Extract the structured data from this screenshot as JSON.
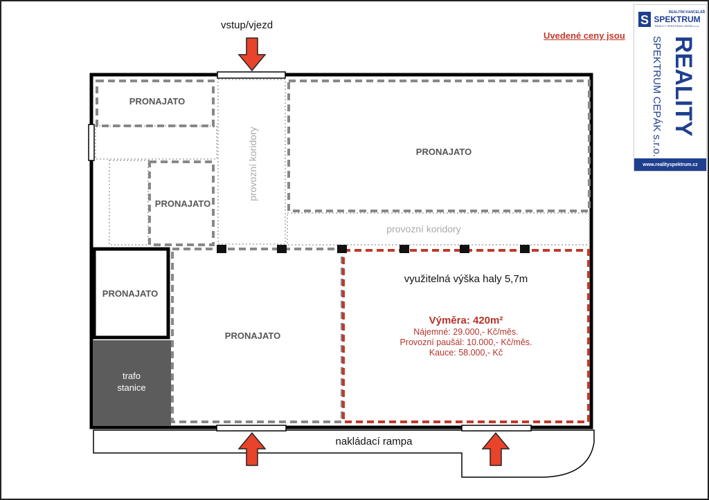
{
  "entrance_label": "vstup/vjezd",
  "promo_link": "Uvedené ceny jsou",
  "logo": {
    "top_text": "REALITNÍ KANCELÁŘ",
    "brand": "SPEKTRUM",
    "brand_sub": "REALITY SPEKTRUM CEPÁK s.r.o.",
    "big_word": "REALITY",
    "company": "SPEKTRUM CEPÁK s.r.o.",
    "url": "www.realityspektrum.cz"
  },
  "rooms": {
    "top_left": "PRONAJATO",
    "top_right": "PRONAJATO",
    "mid_left": "PRONAJATO",
    "left_box": "PRONAJATO",
    "center": "PRONAJATO"
  },
  "corridors": {
    "vertical": "provozní koridory",
    "horizontal": "provozní koridory"
  },
  "trafo": {
    "line1": "trafo",
    "line2": "stanice"
  },
  "offer": {
    "height_note": "využitelná výška haly 5,7m",
    "area": "Výměra: 420m²",
    "rent": "Nájemné: 29.000,- Kč/měs.",
    "service_fee": "Provozní paušál: 10.000,- Kč/měs.",
    "deposit": "Kauce: 58.000,- Kč"
  },
  "ramp_label": "nakládací rampa",
  "colors": {
    "accent_red": "#c0392b",
    "arrow": "#e8432b",
    "logo_blue": "#1f3f8f",
    "trafo": "#5c5c5c"
  }
}
